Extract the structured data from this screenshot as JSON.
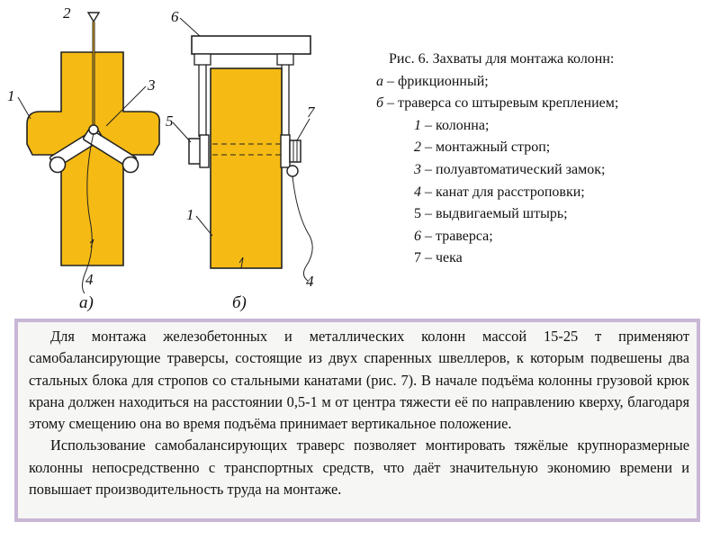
{
  "figure": {
    "labels": {
      "a1": "1",
      "a2": "2",
      "a3": "3",
      "a4": "4",
      "b6": "6",
      "b5": "5",
      "b7": "7",
      "b1": "1",
      "b4": "4"
    },
    "sub_a": "а)",
    "sub_b": "б)",
    "colors": {
      "column": "#f5bb14",
      "outline": "#222222"
    }
  },
  "caption": {
    "title": "Рис. 6. Захваты для монтажа колонн:",
    "a_letter": "а",
    "a_text": " – фрикционный;",
    "b_letter": "б",
    "b_text": " – траверса со штыревым креплением;",
    "items": [
      {
        "num": "1",
        "text": " – колонна;"
      },
      {
        "num": "2",
        "text": " – монтажный строп;"
      },
      {
        "num": "3",
        "text": " – полуавтоматический замок;"
      },
      {
        "num": "4",
        "text": " – канат для расстроповки;"
      },
      {
        "num": "5",
        "text": " – выдвигаемый штырь;"
      },
      {
        "num": "6",
        "text": " – траверса;"
      },
      {
        "num": "7",
        "text": " – чека"
      }
    ]
  },
  "body": {
    "p1": "Для монтажа железобетонных и металлических колонн массой 15-25 т применяют самобалансирующие траверсы, состоящие из двух спаренных швеллеров, к которым подвешены два стальных блока для стропов со стальными канатами (рис. 7). В начале подъёма колонны грузовой крюк крана должен находиться на расстоянии 0,5-1 м от центра тяжести её по направлению кверху, благодаря этому смещению она во время подъёма принимает вертикальное положение.",
    "p2": "Использование самобалансирующих траверс позволяет монтировать тяжёлые круп­норазмерные колонны непосредственно с транспортных средств, что даёт значитель­ную экономию времени и повышает производительность труда на монтаже."
  }
}
